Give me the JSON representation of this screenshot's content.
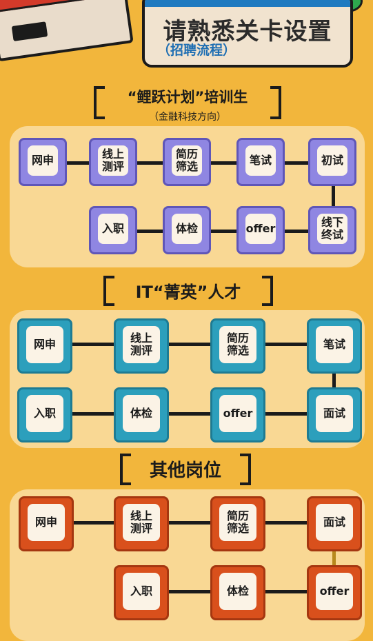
{
  "title": {
    "main": "请熟悉关卡设置",
    "sub": "（招聘流程）"
  },
  "sections": [
    {
      "header": "“鲤跃计划”培训生",
      "subheader": "（金融科技方向）",
      "color": "#8f86e2",
      "row1": [
        "网申",
        "线上\n测评",
        "简历\n筛选",
        "笔试",
        "初试"
      ],
      "row2": [
        "入职",
        "体检",
        "offer",
        "线下\n终试"
      ]
    },
    {
      "header": "IT“菁英”人才",
      "color": "#2c9fbc",
      "row1": [
        "网申",
        "线上\n测评",
        "简历\n筛选",
        "笔试"
      ],
      "row2": [
        "入职",
        "体检",
        "offer",
        "面试"
      ]
    },
    {
      "header": "其他岗位",
      "color": "#d9501c",
      "row1": [
        "网申",
        "线上\n测评",
        "简历\n筛选",
        "面试"
      ],
      "row2": [
        "入职",
        "体检",
        "offer"
      ]
    }
  ]
}
